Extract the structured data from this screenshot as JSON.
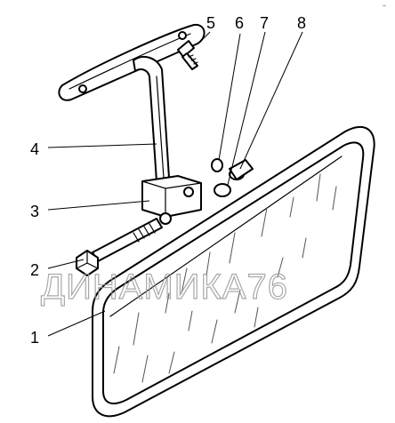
{
  "figure": {
    "callouts": [
      "1",
      "2",
      "3",
      "4",
      "5",
      "6",
      "7",
      "8"
    ],
    "watermark": "ДИНАМИКА76",
    "corner_mark": "–"
  },
  "colors": {
    "ink": "#000000",
    "background": "#ffffff",
    "watermark": "#9a9a9a"
  }
}
